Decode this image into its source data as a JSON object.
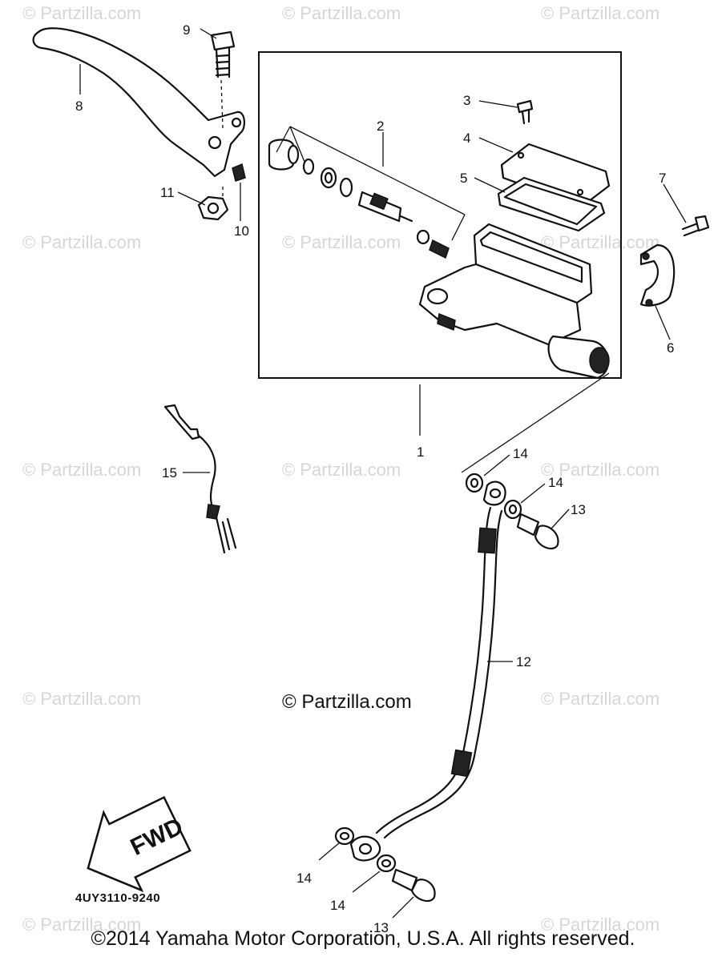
{
  "watermark": {
    "text": "© Partzilla.com"
  },
  "center_watermark": {
    "text": "© Partzilla.com"
  },
  "callouts": {
    "c1": "1",
    "c2": "2",
    "c3": "3",
    "c4": "4",
    "c5": "5",
    "c6": "6",
    "c7": "7",
    "c8": "8",
    "c9": "9",
    "c10": "10",
    "c11": "11",
    "c12": "12",
    "c13a": "13",
    "c13b": "13",
    "c14a": "14",
    "c14b": "14",
    "c14c": "14",
    "c14d": "14",
    "c15": "15"
  },
  "fwd_badge": {
    "text": "FWD"
  },
  "diagram_code": "4UY3110-9240",
  "copyright": "©2014 Yamaha Motor Corporation, U.S.A. All rights reserved."
}
